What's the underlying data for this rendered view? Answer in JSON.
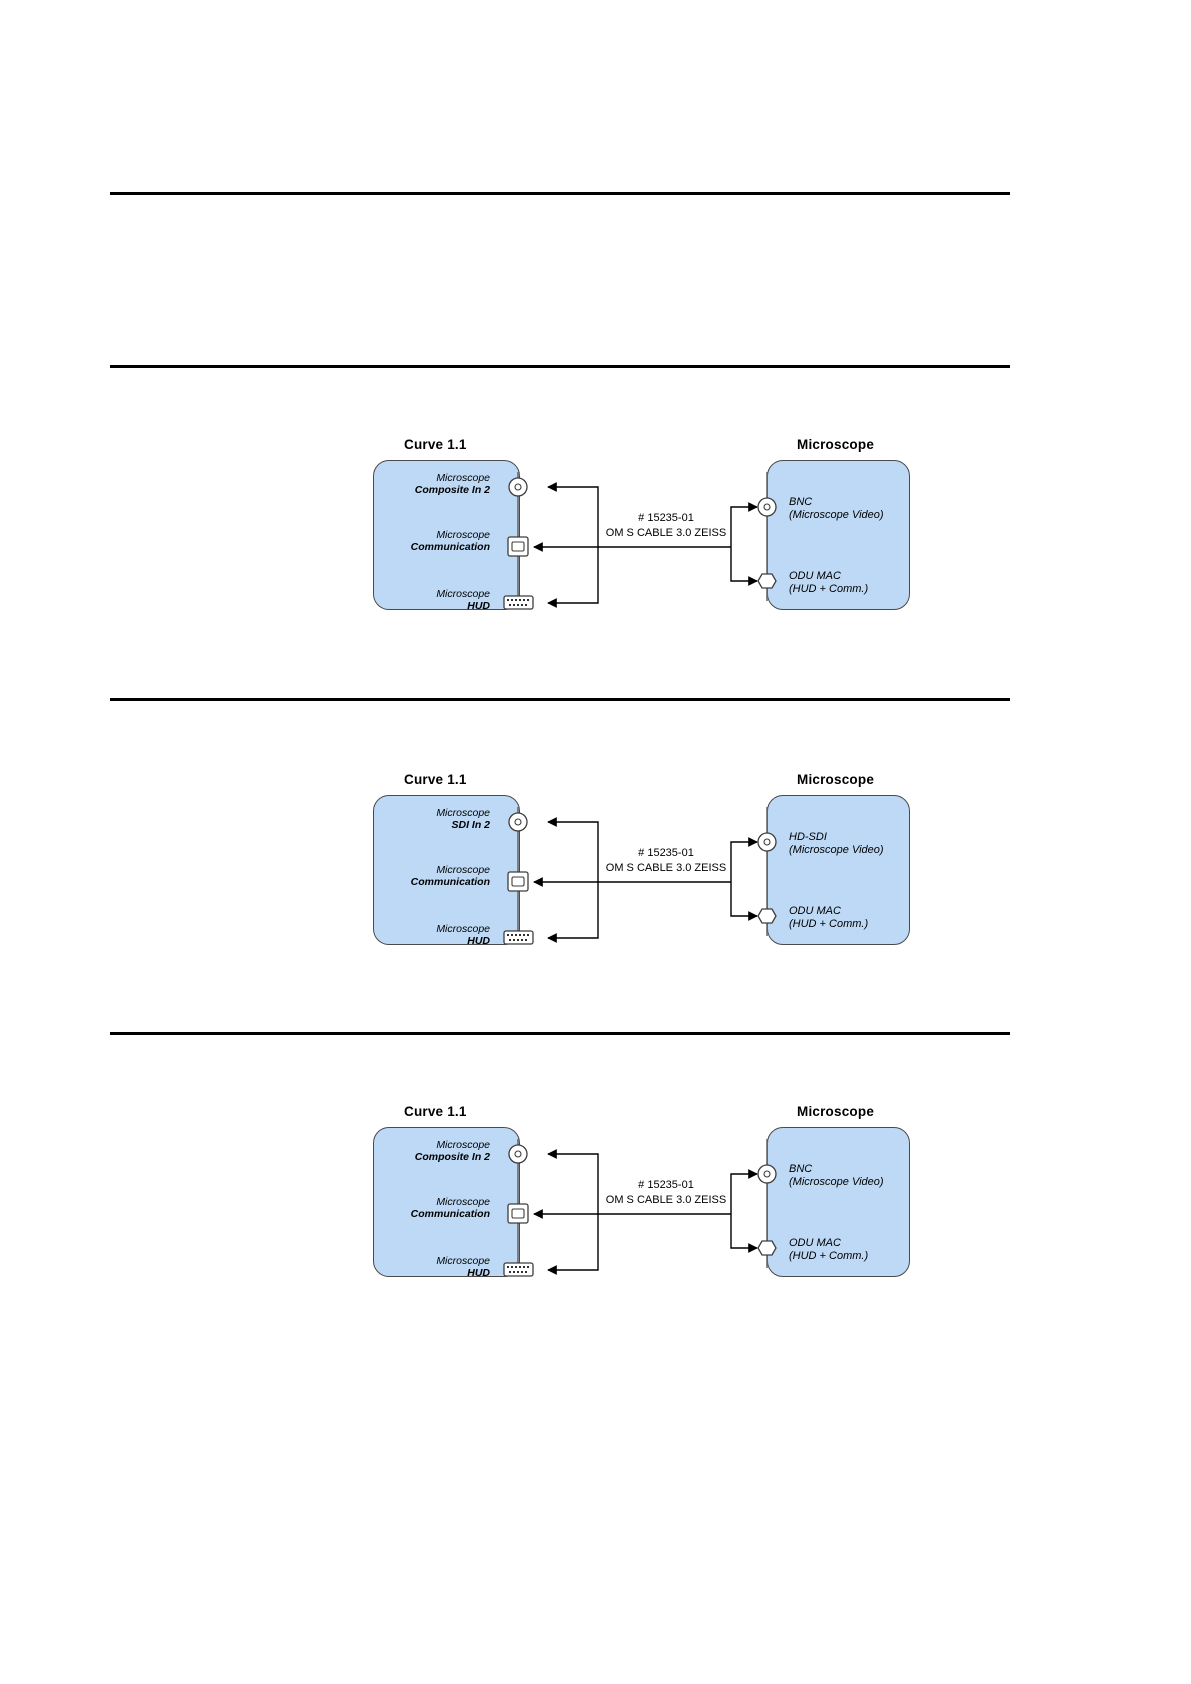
{
  "page": {
    "background": "#ffffff",
    "device_fill": "#bdd9f5",
    "rule_color": "#000000"
  },
  "rules": [
    {
      "name": "rule-top"
    },
    {
      "name": "rule-second"
    },
    {
      "name": "rule-third"
    },
    {
      "name": "rule-fourth"
    }
  ],
  "cable": {
    "number": "# 15235-01",
    "name": "OM S CABLE 3.0 ZEISS"
  },
  "diagrams": [
    {
      "id": "diagram-1",
      "left_title": "Curve 1.1",
      "right_title": "Microscope",
      "left_ports": [
        {
          "top": "Microscope",
          "bottom": "Composite In 2",
          "icon": "bnc-connector-icon"
        },
        {
          "top": "Microscope",
          "bottom": "Communication",
          "icon": "usb-connector-icon"
        },
        {
          "top": "Microscope",
          "bottom": "HUD",
          "icon": "dsub-connector-icon"
        }
      ],
      "right_ports": [
        {
          "top": "BNC",
          "bottom": "(Microscope Video)",
          "icon": "bnc-connector-icon"
        },
        {
          "top": "ODU MAC",
          "bottom": "(HUD + Comm.)",
          "icon": "odu-hex-connector-icon"
        }
      ],
      "cable_number": "# 15235-01",
      "cable_name": "OM S CABLE 3.0 ZEISS"
    },
    {
      "id": "diagram-2",
      "left_title": "Curve 1.1",
      "right_title": "Microscope",
      "left_ports": [
        {
          "top": "Microscope",
          "bottom": "SDI In 2",
          "icon": "bnc-connector-icon"
        },
        {
          "top": "Microscope",
          "bottom": "Communication",
          "icon": "usb-connector-icon"
        },
        {
          "top": "Microscope",
          "bottom": "HUD",
          "icon": "dsub-connector-icon"
        }
      ],
      "right_ports": [
        {
          "top": "HD-SDI",
          "bottom": "(Microscope Video)",
          "icon": "bnc-connector-icon"
        },
        {
          "top": "ODU MAC",
          "bottom": "(HUD + Comm.)",
          "icon": "odu-hex-connector-icon"
        }
      ],
      "cable_number": "# 15235-01",
      "cable_name": "OM S CABLE 3.0 ZEISS"
    },
    {
      "id": "diagram-3",
      "left_title": "Curve 1.1",
      "right_title": "Microscope",
      "left_ports": [
        {
          "top": "Microscope",
          "bottom": "Composite In 2",
          "icon": "bnc-connector-icon"
        },
        {
          "top": "Microscope",
          "bottom": "Communication",
          "icon": "usb-connector-icon"
        },
        {
          "top": "Microscope",
          "bottom": "HUD",
          "icon": "dsub-connector-icon"
        }
      ],
      "right_ports": [
        {
          "top": "BNC",
          "bottom": "(Microscope Video)",
          "icon": "bnc-connector-icon"
        },
        {
          "top": "ODU MAC",
          "bottom": "(HUD + Comm.)",
          "icon": "odu-hex-connector-icon"
        }
      ],
      "cable_number": "# 15235-01",
      "cable_name": "OM S CABLE 3.0 ZEISS"
    }
  ]
}
